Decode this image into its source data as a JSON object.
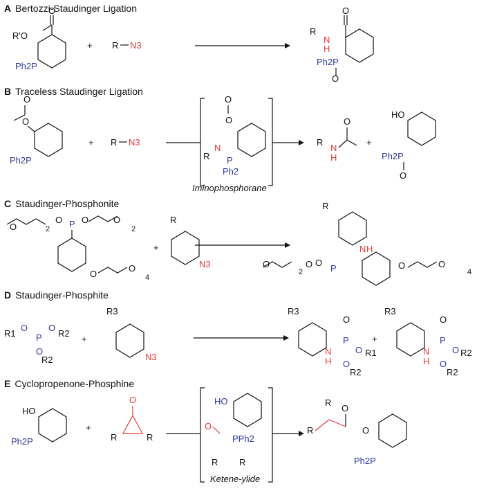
{
  "panels": [
    {
      "letter": "A",
      "title": "Bertozzi-Staudinger Ligation"
    },
    {
      "letter": "B",
      "title": "Traceless Staudinger Ligation",
      "intermediate": "Iminophosphorane"
    },
    {
      "letter": "C",
      "title": "Staudinger-Phosphonite"
    },
    {
      "letter": "D",
      "title": "Staudinger-Phosphite"
    },
    {
      "letter": "E",
      "title": "Cyclopropenone-Phosphine",
      "intermediate": "Ketene-ylide"
    }
  ],
  "labels": {
    "plus": "+",
    "R": "R",
    "RO": "R'O",
    "O": "O",
    "N": "N",
    "H": "H",
    "N3": "N3",
    "Ph2P": "Ph2P",
    "Ph2": "Ph2",
    "PPh2": "PPh2",
    "P": "P",
    "HO": "HO",
    "R1": "R1",
    "R2": "R2",
    "R3": "R3",
    "sub2": "2",
    "sub4": "4"
  },
  "colors": {
    "phosphorus": "#2b3a9a",
    "azide": "#e23a3a",
    "ink": "#111111"
  }
}
